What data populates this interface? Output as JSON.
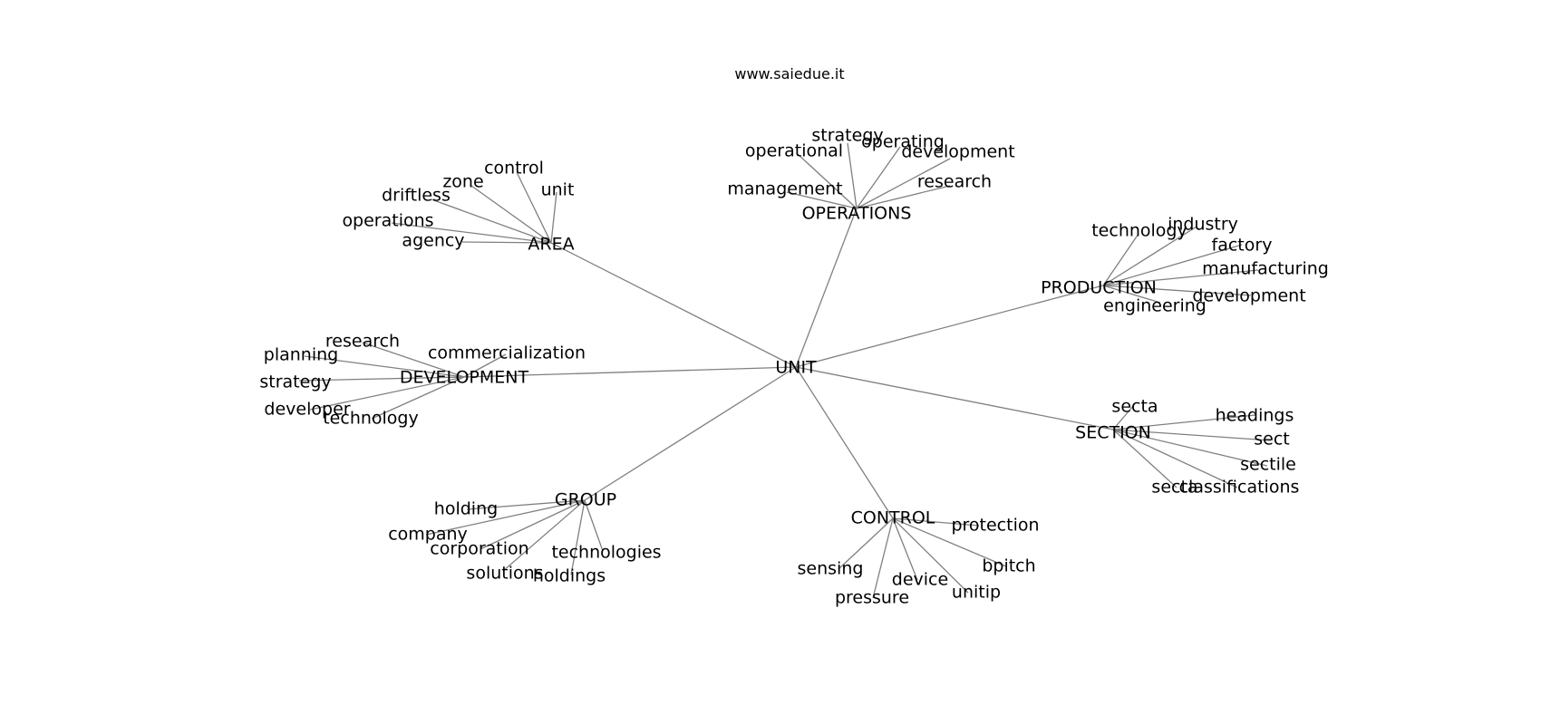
{
  "header": {
    "site": "www.saiedue.it"
  },
  "graph": {
    "root": "UNIT",
    "clusters": [
      {
        "hub": "OPERATIONS",
        "leaves": [
          "strategy",
          "operating",
          "operational",
          "development",
          "management",
          "research"
        ]
      },
      {
        "hub": "AREA",
        "leaves": [
          "control",
          "zone",
          "unit",
          "driftless",
          "operations",
          "agency"
        ]
      },
      {
        "hub": "PRODUCTION",
        "leaves": [
          "industry",
          "technology",
          "factory",
          "manufacturing",
          "development",
          "engineering"
        ]
      },
      {
        "hub": "DEVELOPMENT",
        "leaves": [
          "research",
          "planning",
          "commercialization",
          "strategy",
          "developer",
          "technology"
        ]
      },
      {
        "hub": "SECTION",
        "leaves": [
          "secta",
          "headings",
          "sect",
          "sectile",
          "secta",
          "classifications"
        ]
      },
      {
        "hub": "GROUP",
        "leaves": [
          "holding",
          "company",
          "corporation",
          "technologies",
          "solutions",
          "holdings"
        ]
      },
      {
        "hub": "CONTROL",
        "leaves": [
          "protection",
          "sensing",
          "bpitch",
          "device",
          "unitip",
          "pressure"
        ]
      }
    ]
  }
}
